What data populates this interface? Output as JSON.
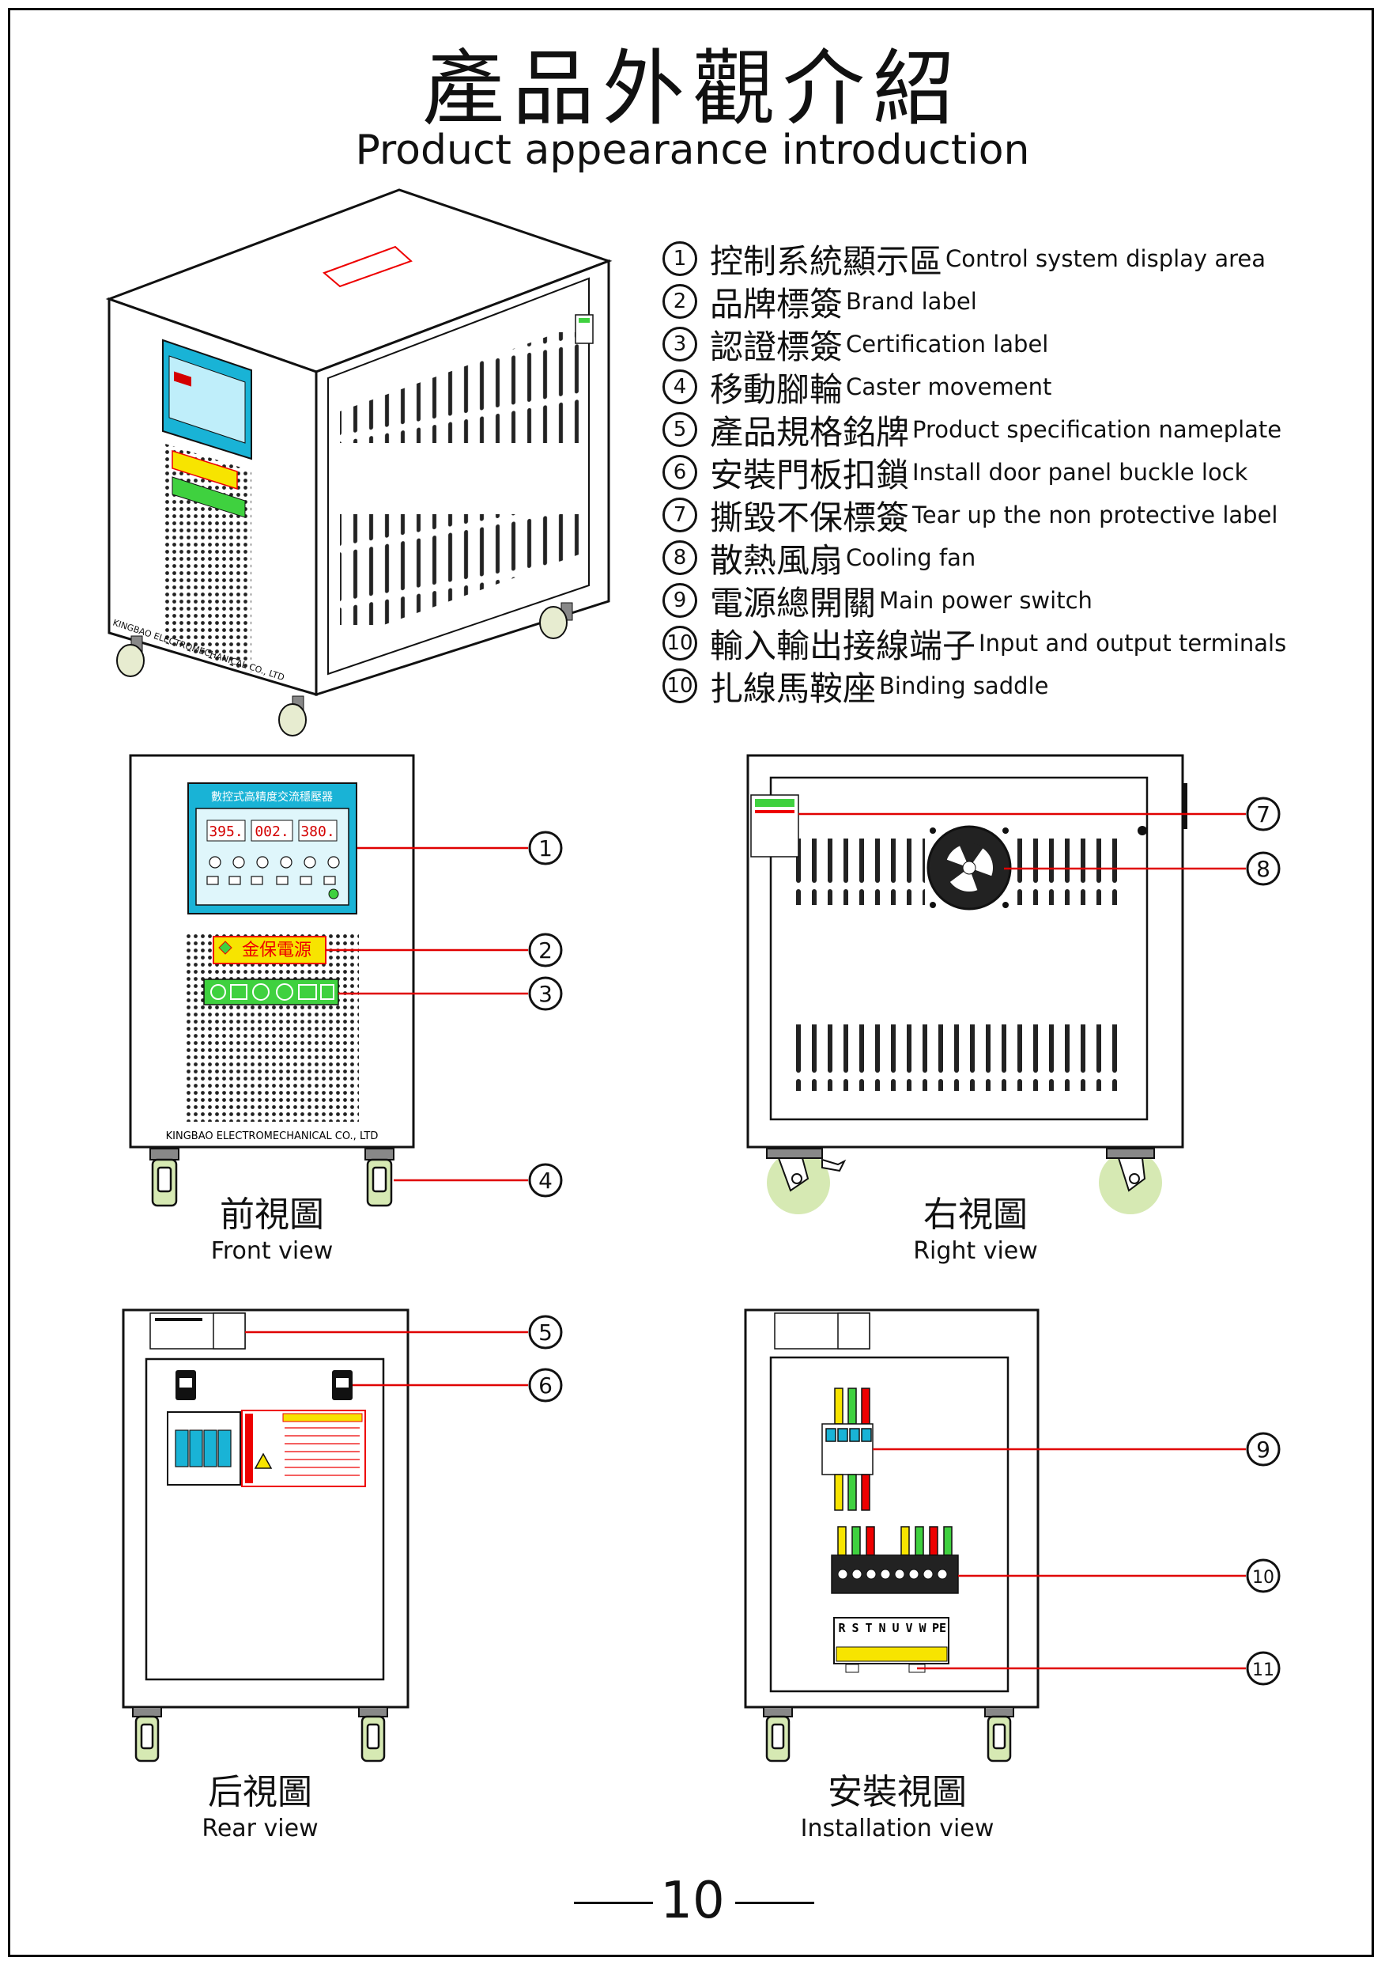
{
  "title": {
    "cn": "產品外觀介紹",
    "en": "Product appearance introduction"
  },
  "legend": [
    {
      "num": "1",
      "cn": "控制系統顯示區",
      "en": "Control system display area"
    },
    {
      "num": "2",
      "cn": "品牌標簽",
      "en": "Brand label"
    },
    {
      "num": "3",
      "cn": "認證標簽",
      "en": "Certification label"
    },
    {
      "num": "4",
      "cn": "移動腳輪",
      "en": "Caster movement"
    },
    {
      "num": "5",
      "cn": "產品規格銘牌",
      "en": "Product specification nameplate"
    },
    {
      "num": "6",
      "cn": "安裝門板扣鎖",
      "en": "Install door panel buckle lock"
    },
    {
      "num": "7",
      "cn": "撕毀不保標簽",
      "en": "Tear up the non protective label"
    },
    {
      "num": "8",
      "cn": "散熱風扇",
      "en": "Cooling fan"
    },
    {
      "num": "9",
      "cn": "電源總開關",
      "en": "Main power switch"
    },
    {
      "num": "10",
      "cn": "輸入輸出接線端子",
      "en": "Input and output terminals"
    },
    {
      "num": "10",
      "cn": "扎線馬鞍座",
      "en": "Binding saddle"
    }
  ],
  "views": {
    "front": {
      "cn": "前視圖",
      "en": "Front view"
    },
    "right": {
      "cn": "右視圖",
      "en": "Right view"
    },
    "rear": {
      "cn": "后視圖",
      "en": "Rear view"
    },
    "install": {
      "cn": "安裝視圖",
      "en": "Installation view"
    }
  },
  "callouts": [
    "1",
    "2",
    "3",
    "4",
    "5",
    "6",
    "7",
    "8",
    "9",
    "10",
    "11"
  ],
  "device": {
    "company": "KINGBAO ELECTROMECHANICAL CO., LTD",
    "panel_title": "數控式高精度交流穩壓器",
    "readings": [
      "395.",
      "002.",
      "380."
    ],
    "brand": "金保電源",
    "terminals": [
      "R",
      "S",
      "T",
      "N",
      "U",
      "V",
      "W",
      "PE"
    ]
  },
  "page_number": "10",
  "colors": {
    "callout_line": "#e00000",
    "panel_cyan": "#19b3d6",
    "display_red": "#d40000",
    "brand_yellow": "#f7e400",
    "cert_green": "#3fd13f",
    "wheel": "#d6e9b3"
  }
}
